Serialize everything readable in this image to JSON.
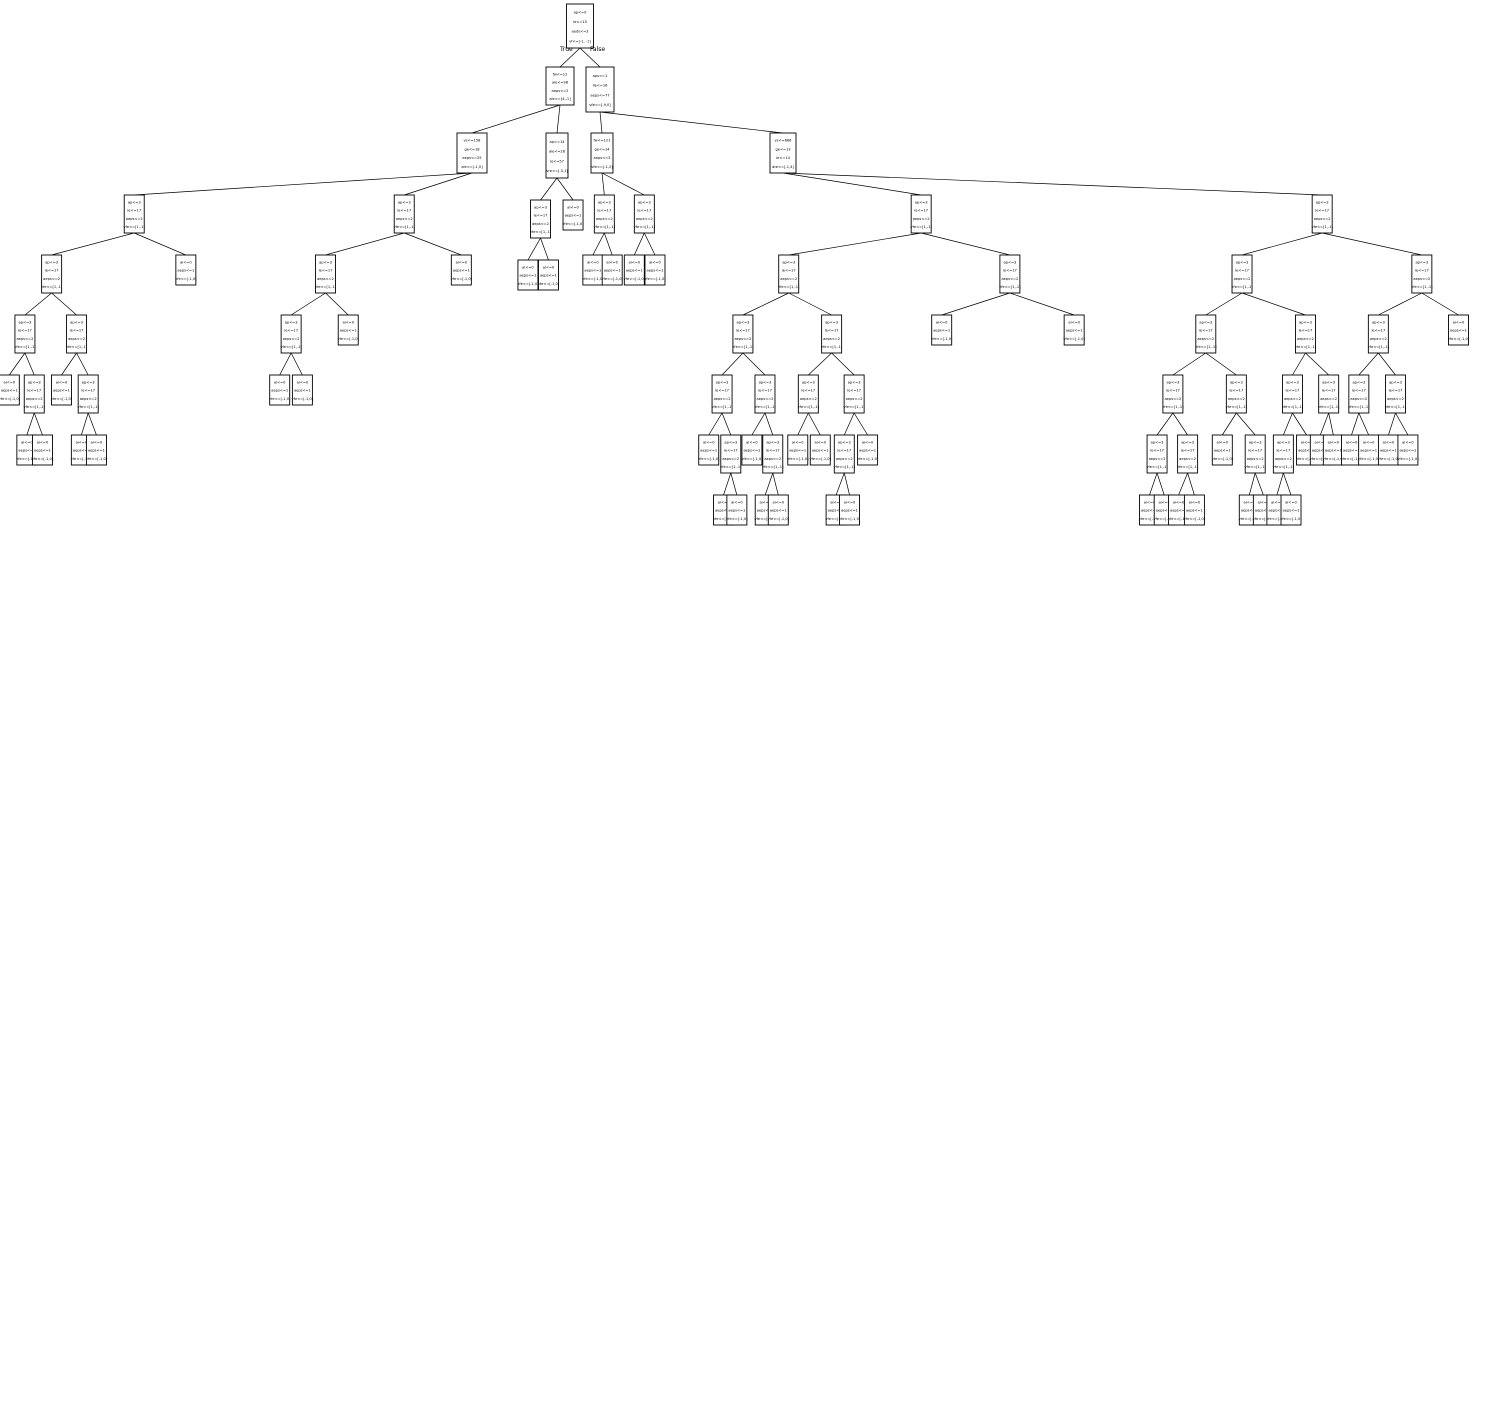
{
  "tree": {
    "root": {
      "lines": [
        "ap<=0",
        "ie<=15",
        "aeds<=3",
        "vf<=[-1, -1]"
      ],
      "true_label": "True",
      "false_label": "False"
    },
    "level1": [
      {
        "lines": [
          "fw<=12",
          "aie<=98",
          "aeps<=2",
          "aie<=[4,-1]"
        ]
      },
      {
        "lines": [
          "aps<=1",
          "iie<=16",
          "aeps<=77",
          "vfe<=[-9,0]"
        ]
      }
    ],
    "level2": [
      {
        "lines": [
          "vs<=158",
          "ge<=18",
          "aeps<=25",
          "aie<=[-1,0]"
        ]
      },
      {
        "lines": [
          "ap<=14",
          "aie<=28",
          "ie<=57",
          "vre<=[-3,1]"
        ]
      },
      {
        "lines": [
          "fw<=121",
          "ge<=14",
          "aeps<=3",
          "vfe<=[-1,2]"
        ]
      },
      {
        "lines": [
          "vs<=666",
          "ge<=13",
          "ie<=14",
          "ate<=[-1,4]"
        ]
      }
    ],
    "leaf": {
      "lines": [
        "ai<=0",
        "aeps<=1",
        "vfe<=[-1,0]"
      ]
    },
    "inner": {
      "lines": [
        "ap<=3",
        "ie<=17",
        "aeps<=2",
        "vfe<=[1,-1]"
      ]
    }
  }
}
